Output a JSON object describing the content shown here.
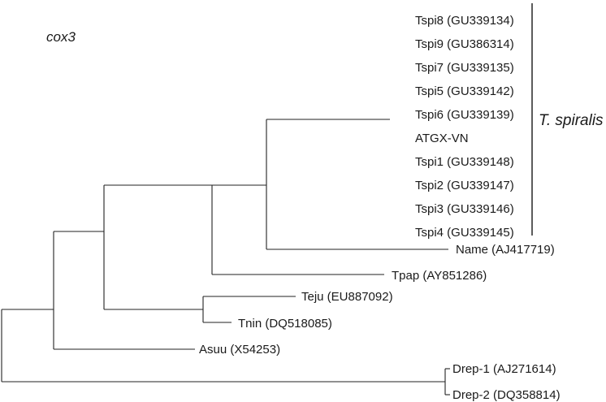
{
  "figure": {
    "gene_label": "cox3",
    "clade_label": "T. spiralis"
  },
  "taxa": [
    "Tspi8 (GU339134)",
    "Tspi9 (GU386314)",
    "Tspi7 (GU339135)",
    "Tspi5 (GU339142)",
    "Tspi6 (GU339139)",
    "ATGX-VN",
    "Tspi1 (GU339148)",
    "Tspi2 (GU339147)",
    "Tspi3 (GU339146)",
    "Tspi4 (GU339145)",
    "Name (AJ417719)",
    "Tpap (AY851286)",
    "Teju (EU887092)",
    "Tnin (DQ518085)",
    "Asuu (X54253)",
    "Drep-1 (AJ271614)",
    "Drep-2 (DQ358814)"
  ]
}
